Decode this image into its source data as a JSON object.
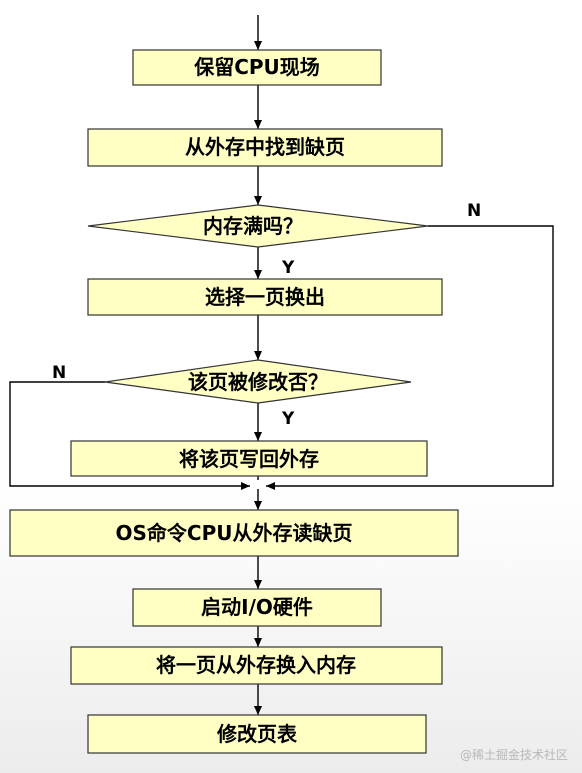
{
  "nodes": {
    "save_cpu": "保留CPU现场",
    "find_page": "从外存中找到缺页",
    "memory_full": "内存满吗？",
    "select_page": "选择一页换出",
    "page_modified": "该页被修改否？",
    "write_back": "将该页写回外存",
    "os_read": "OS命令CPU从外存读缺页",
    "start_io": "启动I/O硬件",
    "load_page": "将一页从外存换入内存",
    "update_table": "修改页表"
  },
  "labels": {
    "memory_full_no": "N",
    "memory_full_yes": "Y",
    "page_modified_no": "N",
    "page_modified_yes": "Y"
  },
  "watermark": "@稀土掘金技术社区"
}
